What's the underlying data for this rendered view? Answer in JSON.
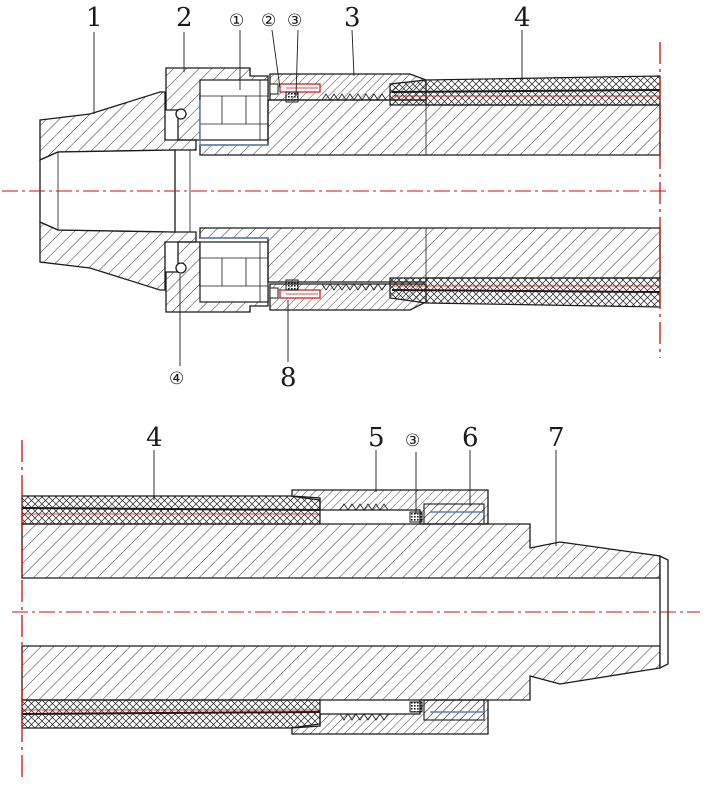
{
  "figure": {
    "line_color": "#1a1a1a",
    "accent_color": "#cc1111",
    "seal_color": "#5a7fb5",
    "top_assembly": {
      "labels": {
        "l1": "1",
        "l2": "2",
        "c1": "①",
        "c2": "②",
        "c3": "③",
        "l3": "3",
        "l4": "4",
        "c4": "④",
        "l8": "8"
      }
    },
    "bottom_assembly": {
      "labels": {
        "l4": "4",
        "l5": "5",
        "c3": "③",
        "l6": "6",
        "l7": "7"
      }
    }
  }
}
